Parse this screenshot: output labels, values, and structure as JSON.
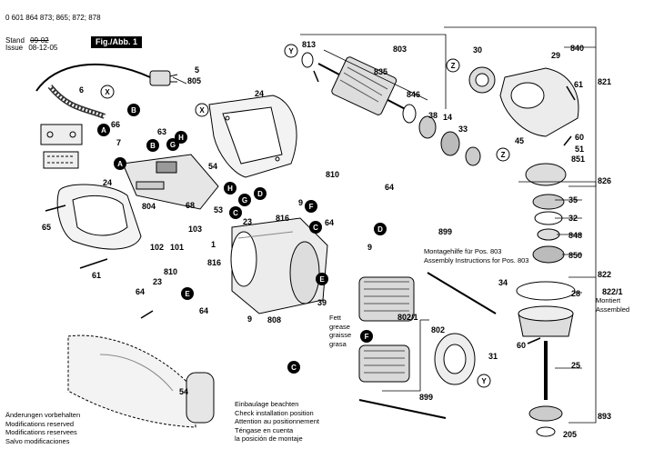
{
  "header": {
    "model_line": "0 601 864 873; 865; 872; 878",
    "stand_label": "Stand",
    "stand_value": "09-02",
    "issue_label": "Issue",
    "issue_value": "08-12-05",
    "figure_label": "Fig./Abb. 1"
  },
  "notes": {
    "assembly": [
      "Montagehilfe für Pos. 803",
      "Assembly Instructions for Pos. 803"
    ],
    "mounted": [
      "Montiert",
      "Assembled"
    ],
    "grease": [
      "Fett",
      "grease",
      "graisse",
      "grasa"
    ],
    "install_position": [
      "Einbaulage beachten",
      "Check installation position",
      "Attention au positionnement",
      "Téngase en cuenta",
      "la posición de montaje"
    ],
    "modifications": [
      "Änderungen vorbehalten",
      "Modifications reserved",
      "Modifications reservees",
      "Salvo modificaciones"
    ]
  },
  "part_numbers": {
    "p1": "1",
    "p5": "5",
    "p6": "6",
    "p7": "7",
    "p9a": "9",
    "p9b": "9",
    "p9c": "9",
    "p14": "14",
    "p23a": "23",
    "p23b": "23",
    "p24a": "24",
    "p24b": "24",
    "p25": "25",
    "p28": "28",
    "p29": "29",
    "p30": "30",
    "p31": "31",
    "p32": "32",
    "p33": "33",
    "p34": "34",
    "p35": "35",
    "p38": "38",
    "p39": "39",
    "p45": "45",
    "p51": "51",
    "p53": "53",
    "p54a": "54",
    "p54b": "54",
    "p60a": "60",
    "p60b": "60",
    "p61a": "61",
    "p61b": "61",
    "p63": "63",
    "p64a": "64",
    "p64b": "64",
    "p64c": "64",
    "p64d": "64",
    "p65": "65",
    "p66": "66",
    "p68": "68",
    "p101": "101",
    "p102": "102",
    "p103": "103",
    "p205": "205",
    "p802": "802",
    "p802_1": "802/1",
    "p803": "803",
    "p804": "804",
    "p805": "805",
    "p808": "808",
    "p810a": "810",
    "p810b": "810",
    "p813": "813",
    "p816a": "816",
    "p816b": "816",
    "p821": "821",
    "p822": "822",
    "p822_1": "822/1",
    "p826": "826",
    "p835": "835",
    "p840": "840",
    "p846": "846",
    "p848": "848",
    "p850": "850",
    "p851": "851",
    "p893": "893",
    "p899a": "899",
    "p899b": "899"
  },
  "connector_letters": {
    "A1": "A",
    "A2": "A",
    "B1": "B",
    "B2": "B",
    "C1": "C",
    "C2": "C",
    "C3": "C",
    "D1": "D",
    "D2": "D",
    "E1": "E",
    "E2": "E",
    "F1": "F",
    "F2": "F",
    "G1": "G",
    "G2": "G",
    "H1": "H",
    "H2": "H",
    "X1": "X",
    "X2": "X",
    "Y1": "Y",
    "Y2": "Y",
    "Z1": "Z",
    "Z2": "Z"
  },
  "colors": {
    "ink": "#000000",
    "paper": "#ffffff",
    "shade": "#d9d9d9",
    "dark": "#333333"
  }
}
